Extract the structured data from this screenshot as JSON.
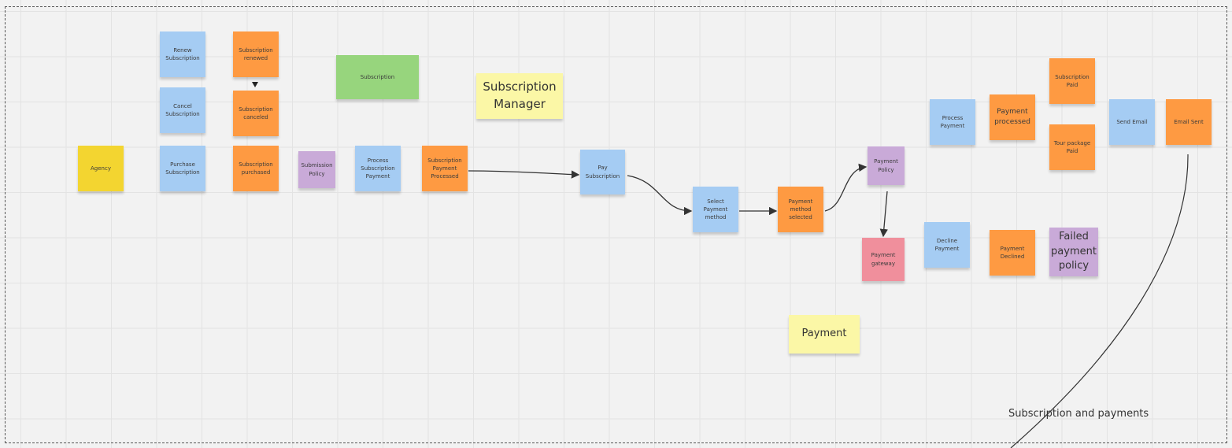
{
  "board": {
    "frame_title": "Subscription and payments",
    "notes": {
      "agency": "Agency",
      "renew_subscription": "Renew Subscription",
      "cancel_subscription": "Cancel Subscription",
      "purchase_subscription": "Purchase Subscription",
      "subscription_renewed": "Subscription renewed",
      "subscription_canceled": "Subscription canceled",
      "subscription_purchased": "Subscription purchased",
      "submission_policy": "Submission Policy",
      "process_subscription_payment": "Process Subscription Payment",
      "subscription_payment_processed": "Subscription Payment Processed",
      "subscription_green": "Subscription",
      "subscription_manager": "Subscription Manager",
      "pay_subscription": "Pay Subscription",
      "select_payment_method": "Select Payment method",
      "payment_method_selected": "Payment method selected",
      "payment_policy": "Payment Policy",
      "payment_gateway": "Payment gateway",
      "payment_label": "Payment",
      "process_payment": "Process Payment",
      "payment_processed": "Payment processed",
      "subscription_paid": "Subscription Paid",
      "tour_package_paid": "Tour package Paid",
      "send_email": "Send Email",
      "email_sent": "Email Sent",
      "decline_payment": "Decline Payment",
      "payment_declined": "Payment Declined",
      "failed_payment_policy": "Failed payment policy"
    },
    "colors": {
      "command": "#a5ccf3",
      "event": "#fe9a42",
      "aggregate": "#97d57d",
      "actor": "#f3d530",
      "label": "#fbf7a6",
      "policy": "#c9aad8",
      "external_system": "#f08f9c"
    }
  }
}
